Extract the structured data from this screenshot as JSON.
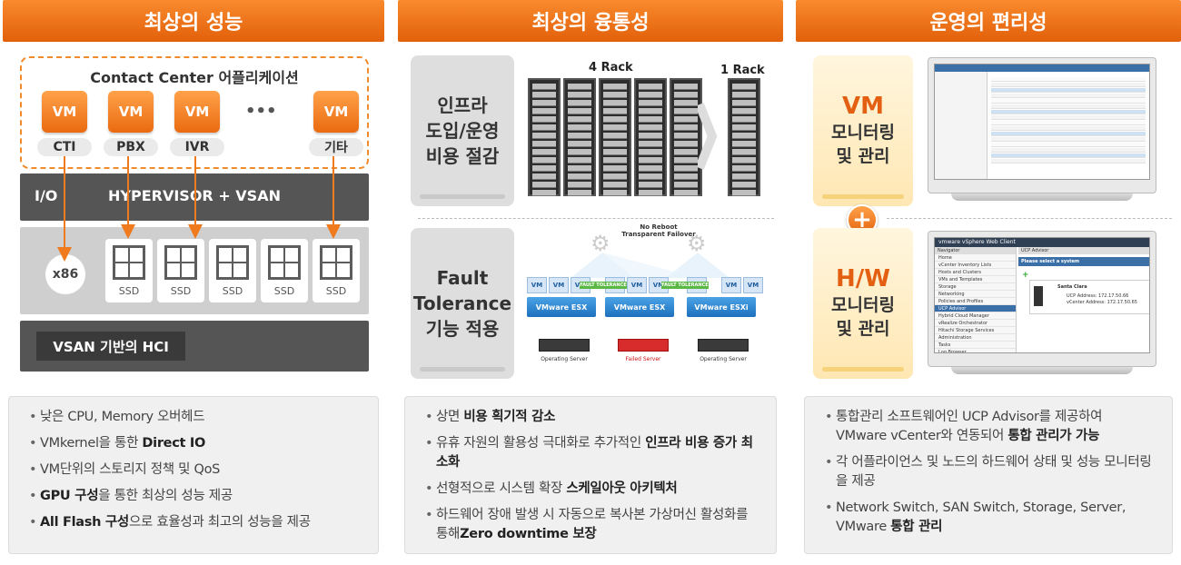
{
  "panel1": {
    "title": "최상의 성능",
    "app_box_title": "Contact Center 어플리케이션",
    "vm_chip": "VM",
    "ellipsis": "•••",
    "vms": [
      "CTI",
      "PBX",
      "IVR",
      "기타"
    ],
    "io_label": "I/O",
    "hypervisor_label": "HYPERVISOR + VSAN",
    "x86_label": "x86",
    "ssd_label": "SSD",
    "hci_label": "VSAN 기반의 HCI",
    "bullets": [
      {
        "pre": "낮은 CPU, Memory 오버헤드",
        "bold": "",
        "post": ""
      },
      {
        "pre": "VMkernel을 통한 ",
        "bold": "Direct IO",
        "post": ""
      },
      {
        "pre": "VM단위의 스토리지 정책 및 QoS",
        "bold": "",
        "post": ""
      },
      {
        "pre": "",
        "bold": "GPU 구성",
        "post": "을 통한 최상의 성능 제공"
      },
      {
        "pre": "",
        "bold": "All Flash 구성",
        "post": "으로 효율성과 최고의 성능을 제공"
      }
    ]
  },
  "panel2": {
    "title": "최상의 융통성",
    "box1_lines": [
      "인프라",
      "도입/운영",
      "비용 절감"
    ],
    "rack4_label": "4 Rack",
    "rack1_label": "1 Rack",
    "box2_lines": [
      "Fault",
      "Tolerance",
      "기능 적용"
    ],
    "ft_caption": [
      "No Reboot",
      "Transparent Failover"
    ],
    "ft_bar": "FAULT TOLERANCE",
    "vm_small": "VM",
    "esx": [
      "VMware ESX",
      "VMware ESX",
      "VMware ESXi"
    ],
    "servers": [
      "Operating Server",
      "Failed Server",
      "Operating Server"
    ],
    "bullets": [
      {
        "pre": "상면 ",
        "bold": "비용 획기적 감소",
        "post": ""
      },
      {
        "pre": "유휴 자원의 활용성 극대화로 추가적인 ",
        "bold": "인프라 비용 증가 최소화",
        "post": ""
      },
      {
        "pre": "선형적으로 시스템 확장 ",
        "bold": "스케일아웃 아키텍처",
        "post": ""
      },
      {
        "pre": "하드웨어 장애 발생 시 자동으로 복사본 가상머신 활성화를 통해",
        "bold": "Zero downtime 보장",
        "post": ""
      }
    ]
  },
  "panel3": {
    "title": "운영의 편리성",
    "box1_big": "VM",
    "box1_lines": [
      "모니터링",
      "및 관리"
    ],
    "plus": "+",
    "box2_big": "H/W",
    "box2_lines": [
      "모니터링",
      "및 관리"
    ],
    "web_client_title": "vmware vSphere Web Client",
    "navigator": "Navigator",
    "ucp_advisor": "UCP Advisor",
    "nav_items": [
      "Home",
      "vCenter Inventory Lists",
      "Hosts and Clusters",
      "VMs and Templates",
      "Storage",
      "Networking",
      "Policies and Profiles",
      "UCP Advisor",
      "Hybrid Cloud Manager",
      "vRealize Orchestrator",
      "Hitachi Storage Services",
      "Administration",
      "Tasks",
      "Log Browser"
    ],
    "please_select": "Please select a system",
    "site_name": "Santa Clara",
    "ucp_address": "UCP Address: 172.17.50.66",
    "vcenter_address": "vCenter Address: 172.17.50.65",
    "bullets": [
      {
        "pre": "통합관리 소프트웨어인 UCP Advisor를 제공하여 VMware vCenter와 연동되어 ",
        "bold": "통합 관리가 가능",
        "post": ""
      },
      {
        "pre": "각 어플라이언스 및 노드의 하드웨어 상태 및 성능 모니터링을 제공",
        "bold": "",
        "post": ""
      },
      {
        "pre": "Network Switch, SAN Switch, Storage, Server, VMware ",
        "bold": "통합 관리",
        "post": ""
      }
    ]
  },
  "colors": {
    "accent": "#ef6f14",
    "dark_bar": "#555555",
    "light_gray": "#f0f0f0"
  }
}
